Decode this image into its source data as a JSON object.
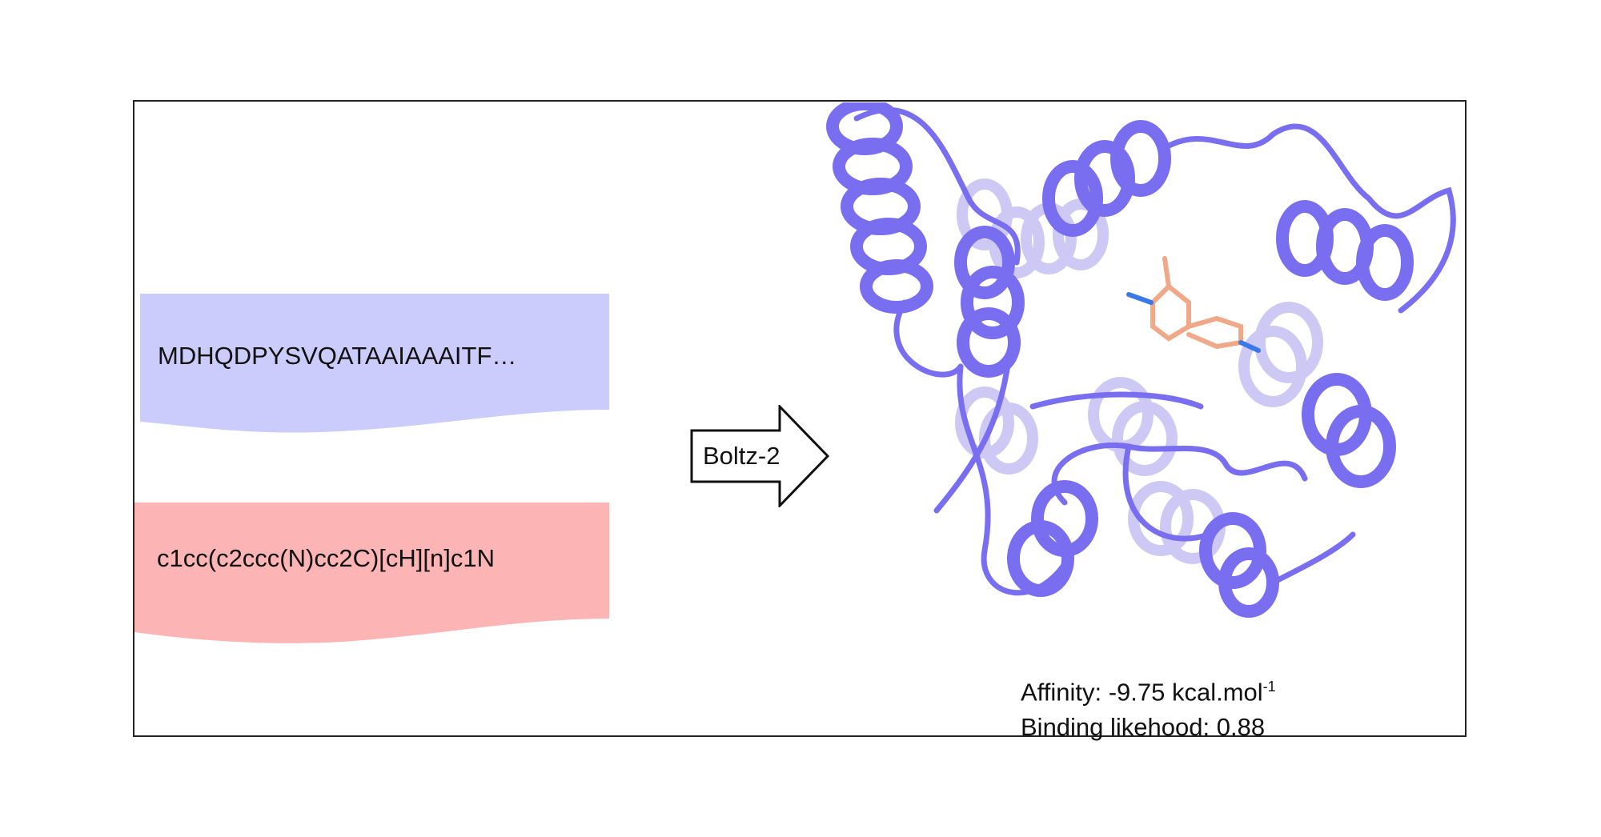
{
  "inputs": {
    "protein_sequence": "MDHQDPYSVQATAAIAAAITF…",
    "ligand_smiles": "c1cc(c2ccc(N)cc2C)[cH][n]c1N"
  },
  "model": {
    "label": "Boltz-2"
  },
  "outputs": {
    "affinity_label": "Affinity: -9.75 kcal.mol",
    "affinity_exponent": "-1",
    "binding_label": "Binding likehood: 0.88"
  },
  "colors": {
    "protein_band": "#ccccfc",
    "ligand_band": "#fcb4b4",
    "ribbon": "#7a6ef0",
    "ligand": "#f0a888"
  }
}
